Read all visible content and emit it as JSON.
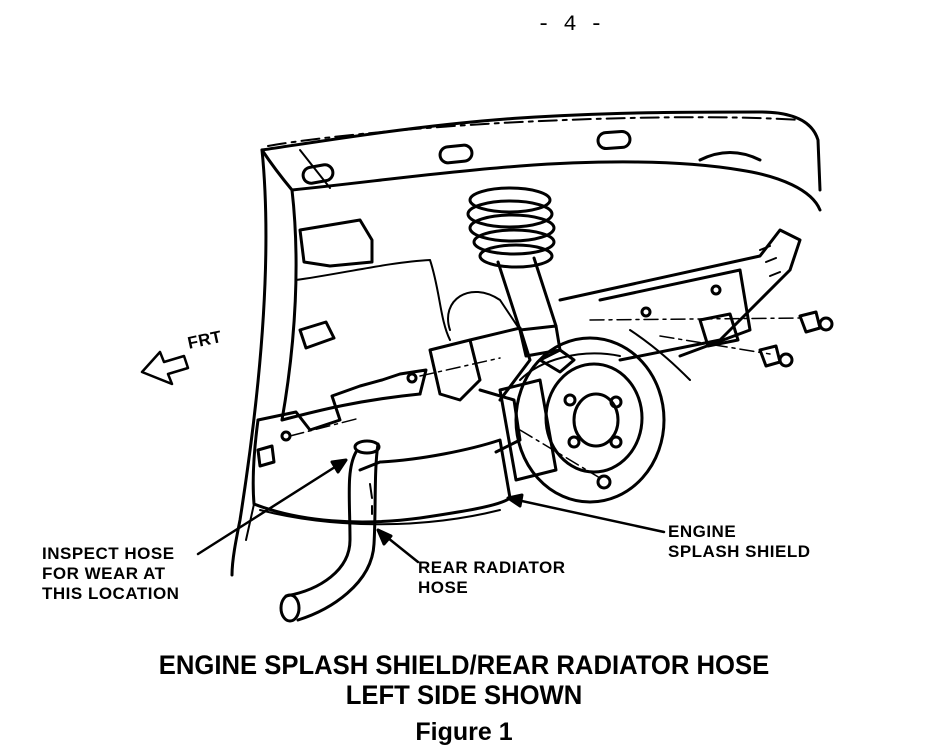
{
  "page_number": "- 4 -",
  "labels": {
    "front": "FRT",
    "inspect": "INSPECT HOSE\nFOR WEAR AT\nTHIS LOCATION",
    "rear_hose": "REAR RADIATOR\nHOSE",
    "splash_shield": "ENGINE\nSPLASH SHIELD"
  },
  "caption": {
    "line1": "ENGINE SPLASH SHIELD/REAR RADIATOR HOSE",
    "line2": "LEFT SIDE SHOWN"
  },
  "figure_label": "Figure 1"
}
